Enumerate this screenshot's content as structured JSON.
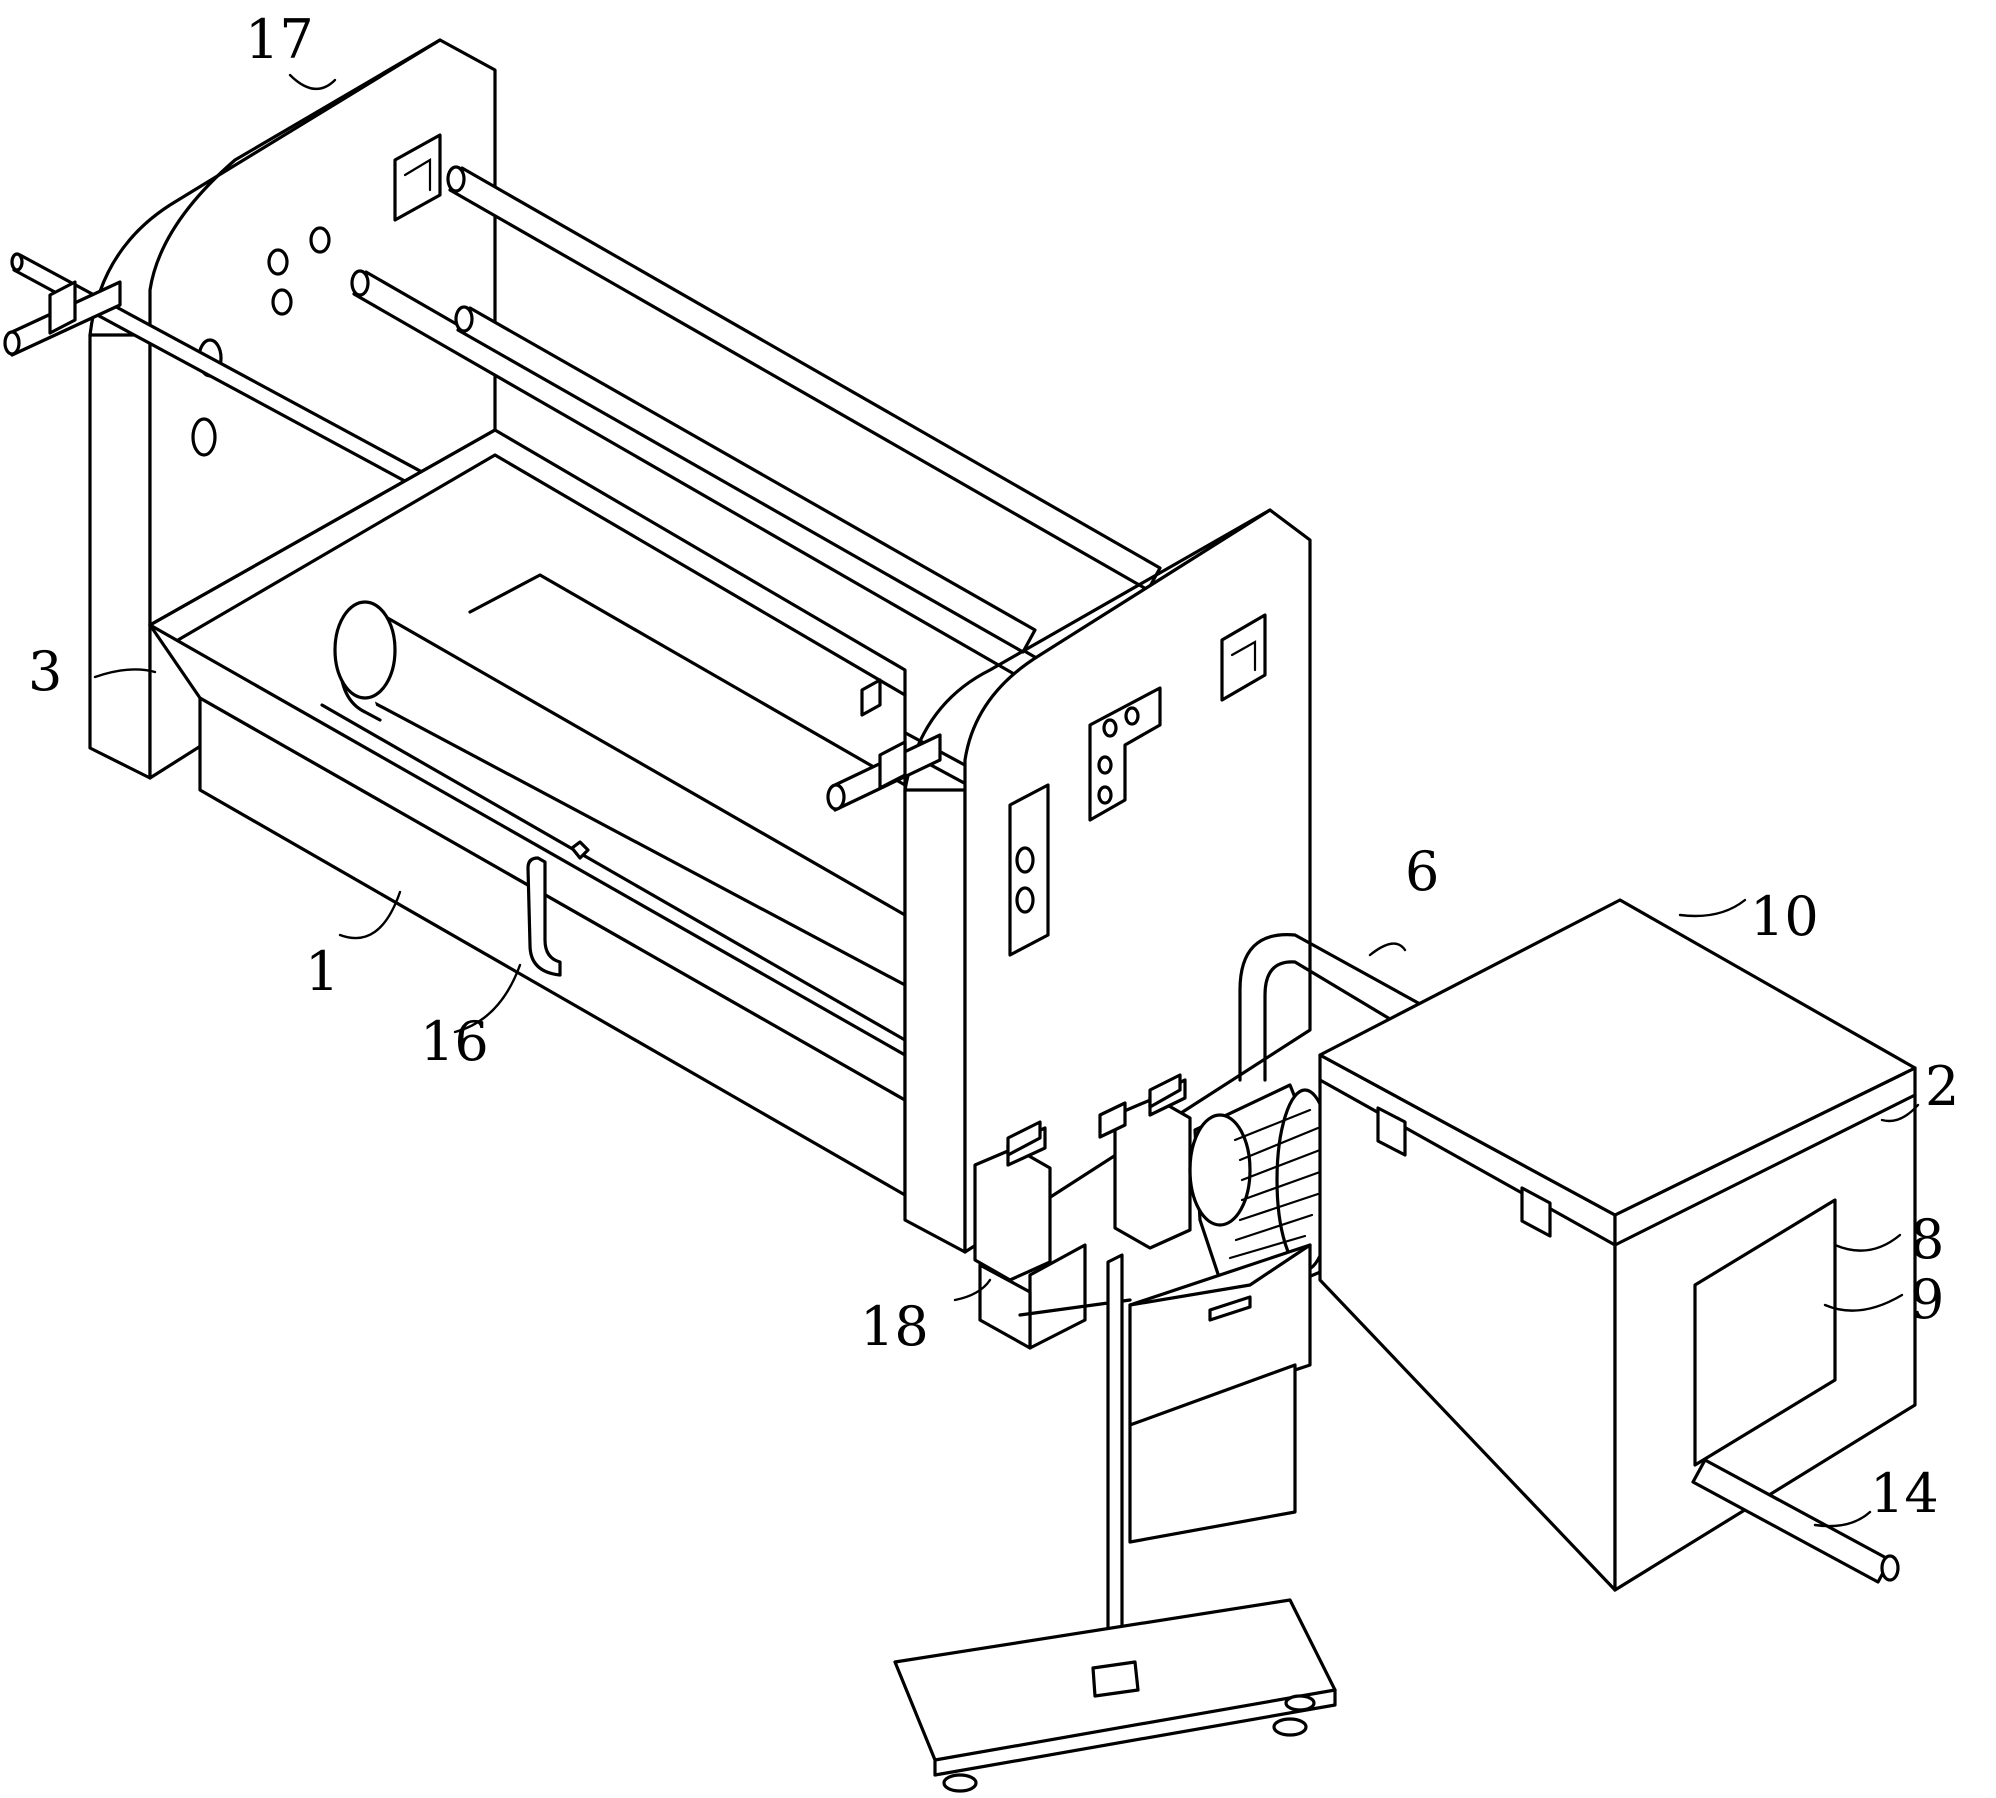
{
  "labels": {
    "l1": "1",
    "l2": "2",
    "l3": "3",
    "l6": "6",
    "l8": "8",
    "l9": "9",
    "l10": "10",
    "l14": "14",
    "l16": "16",
    "l17": "17",
    "l18": "18"
  }
}
